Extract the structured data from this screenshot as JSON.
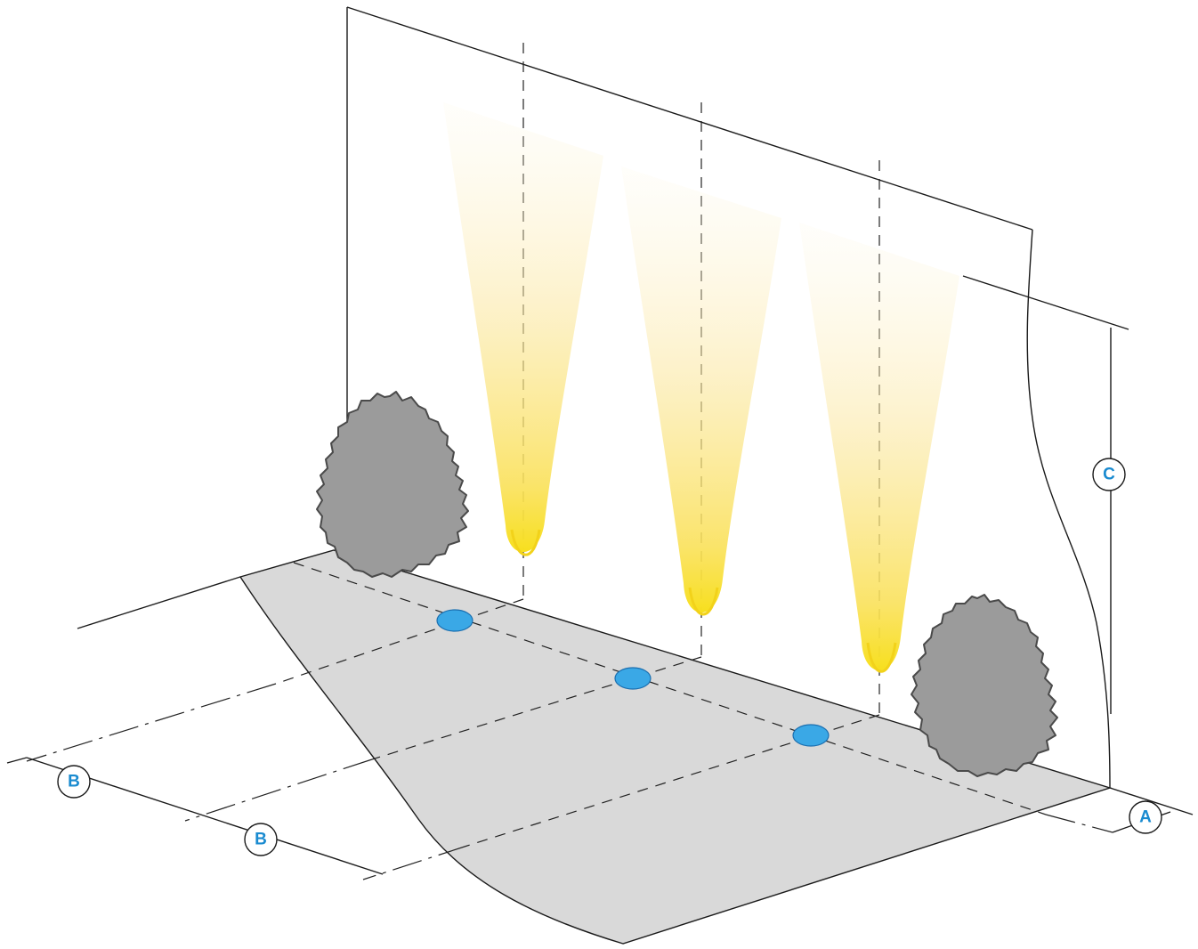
{
  "labels": {
    "a": "A",
    "b1": "B",
    "b2": "B",
    "c": "C"
  },
  "colors": {
    "label_text": "#1a8bd0",
    "fixture_fill": "#3aa8e6",
    "floor": "#d9d9d9",
    "shrub": "#9b9b9b",
    "beam_core": "#f7df1e"
  },
  "elements": {
    "wall": "wall-plane",
    "floor": "ground-plane",
    "fixtures": [
      "uplight-1",
      "uplight-2",
      "uplight-3"
    ],
    "beams": [
      "light-beam-1",
      "light-beam-2",
      "light-beam-3"
    ],
    "shrubs": [
      "shrub-left",
      "shrub-right"
    ]
  }
}
